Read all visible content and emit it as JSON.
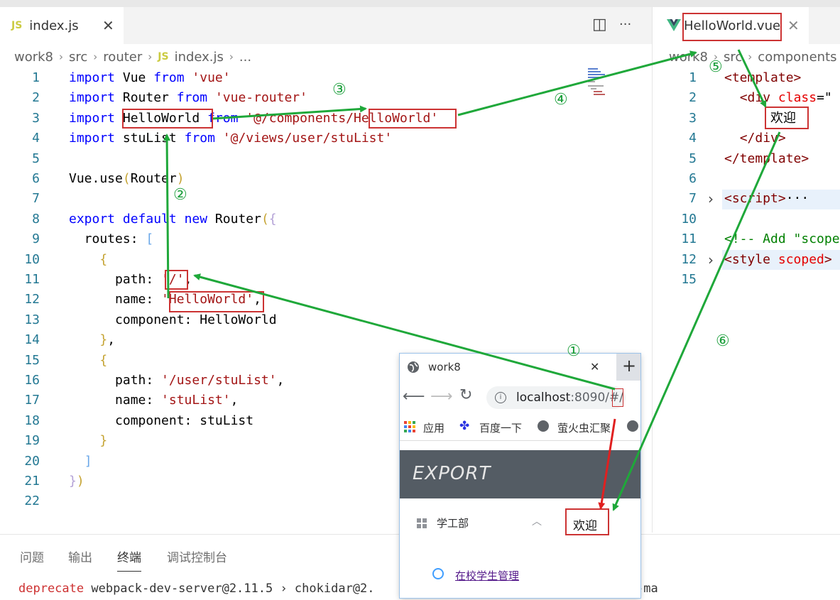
{
  "left_editor": {
    "tab": {
      "badge": "JS",
      "label": "index.js",
      "close": "✕"
    },
    "actions": {
      "split": "◫",
      "more": "···"
    },
    "breadcrumb": [
      "work8",
      "src",
      "router",
      "index.js",
      "..."
    ],
    "breadcrumb_badge": "JS",
    "lines": [
      {
        "n": "1",
        "tokens": [
          [
            "kw",
            "import"
          ],
          [
            "id",
            " Vue "
          ],
          [
            "kw",
            "from"
          ],
          [
            "id",
            " "
          ],
          [
            "str",
            "'vue'"
          ]
        ]
      },
      {
        "n": "2",
        "tokens": [
          [
            "kw",
            "import"
          ],
          [
            "id",
            " Router "
          ],
          [
            "kw",
            "from"
          ],
          [
            "id",
            " "
          ],
          [
            "str",
            "'vue-router'"
          ]
        ]
      },
      {
        "n": "3",
        "tokens": [
          [
            "kw",
            "import"
          ],
          [
            "id",
            " HelloWorld "
          ],
          [
            "kw",
            "from"
          ],
          [
            "id",
            " "
          ],
          [
            "str",
            "'@/components/HelloWorld'"
          ]
        ]
      },
      {
        "n": "4",
        "tokens": [
          [
            "kw",
            "import"
          ],
          [
            "id",
            " stuList "
          ],
          [
            "kw",
            "from"
          ],
          [
            "id",
            " "
          ],
          [
            "str",
            "'@/views/user/stuList'"
          ]
        ]
      },
      {
        "n": "5",
        "tokens": []
      },
      {
        "n": "6",
        "tokens": [
          [
            "id",
            "Vue.use"
          ],
          [
            "br1",
            "("
          ],
          [
            "id",
            "Router"
          ],
          [
            "br1",
            ")"
          ]
        ]
      },
      {
        "n": "7",
        "tokens": []
      },
      {
        "n": "8",
        "tokens": [
          [
            "kw",
            "export"
          ],
          [
            "id",
            " "
          ],
          [
            "kw",
            "default"
          ],
          [
            "id",
            " "
          ],
          [
            "kw",
            "new"
          ],
          [
            "id",
            " Router"
          ],
          [
            "br1",
            "("
          ],
          [
            "br2",
            "{"
          ]
        ]
      },
      {
        "n": "9",
        "tokens": [
          [
            "id",
            "  routes: "
          ],
          [
            "br3",
            "["
          ]
        ]
      },
      {
        "n": "10",
        "tokens": [
          [
            "id",
            "    "
          ],
          [
            "br1",
            "{"
          ]
        ]
      },
      {
        "n": "11",
        "tokens": [
          [
            "id",
            "      path: "
          ],
          [
            "str",
            "'/'"
          ],
          [
            "id",
            ","
          ]
        ]
      },
      {
        "n": "12",
        "tokens": [
          [
            "id",
            "      name: "
          ],
          [
            "str",
            "'HelloWorld'"
          ],
          [
            "id",
            ","
          ]
        ]
      },
      {
        "n": "13",
        "tokens": [
          [
            "id",
            "      component: HelloWorld"
          ]
        ]
      },
      {
        "n": "14",
        "tokens": [
          [
            "id",
            "    "
          ],
          [
            "br1",
            "}"
          ],
          [
            "id",
            ","
          ]
        ]
      },
      {
        "n": "15",
        "tokens": [
          [
            "id",
            "    "
          ],
          [
            "br1",
            "{"
          ]
        ]
      },
      {
        "n": "16",
        "tokens": [
          [
            "id",
            "      path: "
          ],
          [
            "str",
            "'/user/stuList'"
          ],
          [
            "id",
            ","
          ]
        ]
      },
      {
        "n": "17",
        "tokens": [
          [
            "id",
            "      name: "
          ],
          [
            "str",
            "'stuList'"
          ],
          [
            "id",
            ","
          ]
        ]
      },
      {
        "n": "18",
        "tokens": [
          [
            "id",
            "      component: stuList"
          ]
        ]
      },
      {
        "n": "19",
        "tokens": [
          [
            "id",
            "    "
          ],
          [
            "br1",
            "}"
          ]
        ]
      },
      {
        "n": "20",
        "tokens": [
          [
            "id",
            "  "
          ],
          [
            "br3",
            "]"
          ]
        ]
      },
      {
        "n": "21",
        "tokens": [
          [
            "br2",
            "}"
          ],
          [
            "br1",
            ")"
          ]
        ]
      },
      {
        "n": "22",
        "tokens": []
      }
    ]
  },
  "right_editor": {
    "tab": {
      "label": "HelloWorld.vue",
      "close": "✕"
    },
    "breadcrumb": [
      "work8",
      "src",
      "components"
    ],
    "lines": [
      {
        "n": "1",
        "fold": "",
        "tokens": [
          [
            "tag",
            "<template>"
          ]
        ]
      },
      {
        "n": "2",
        "fold": "",
        "tokens": [
          [
            "id",
            "  "
          ],
          [
            "tag",
            "<div"
          ],
          [
            "id",
            " "
          ],
          [
            "attr",
            "class"
          ],
          [
            "punc",
            "=\""
          ]
        ]
      },
      {
        "n": "3",
        "fold": "",
        "tokens": [
          [
            "id",
            "      "
          ],
          [
            "punc",
            "欢迎"
          ]
        ]
      },
      {
        "n": "4",
        "fold": "",
        "tokens": [
          [
            "id",
            "  "
          ],
          [
            "tag",
            "</div>"
          ]
        ]
      },
      {
        "n": "5",
        "fold": "",
        "tokens": [
          [
            "tag",
            "</template>"
          ]
        ]
      },
      {
        "n": "6",
        "fold": "",
        "tokens": []
      },
      {
        "n": "7",
        "fold": "›",
        "tokens": [
          [
            "tag",
            "<script>"
          ],
          [
            "punc",
            "···"
          ]
        ]
      },
      {
        "n": "10",
        "fold": "",
        "tokens": []
      },
      {
        "n": "11",
        "fold": "",
        "tokens": [
          [
            "cmt",
            "<!-- Add \"scope"
          ]
        ]
      },
      {
        "n": "12",
        "fold": "›",
        "tokens": [
          [
            "tag",
            "<style"
          ],
          [
            "id",
            " "
          ],
          [
            "attr",
            "scoped"
          ],
          [
            "tag",
            ">"
          ]
        ]
      },
      {
        "n": "15",
        "fold": "",
        "tokens": []
      }
    ]
  },
  "panel": {
    "tabs": [
      "问题",
      "输出",
      "终端",
      "调试控制台"
    ],
    "active": "终端",
    "terminal_prefix": "deprecate",
    "terminal_text": " webpack-dev-server@2.11.5 › chokidar@2.                    n@0.8.2 › source-ma"
  },
  "browser": {
    "tab_title": "work8",
    "tab_close": "✕",
    "new_tab": "+",
    "url_host": "localhost",
    "url_rest": ":8090/#/",
    "bookmarks": [
      "应用",
      "百度一下",
      "萤火虫汇聚"
    ],
    "logo": "EXPORT",
    "menu_item": "学工部",
    "submenu_item": "在校学生管理",
    "welcome": "欢迎"
  },
  "annotations": [
    "①",
    "②",
    "③",
    "④",
    "⑤",
    "⑥"
  ],
  "colors": {
    "arrow_green": "#1fa83a",
    "arrow_red": "#e02020",
    "box_red": "#cc3333"
  }
}
